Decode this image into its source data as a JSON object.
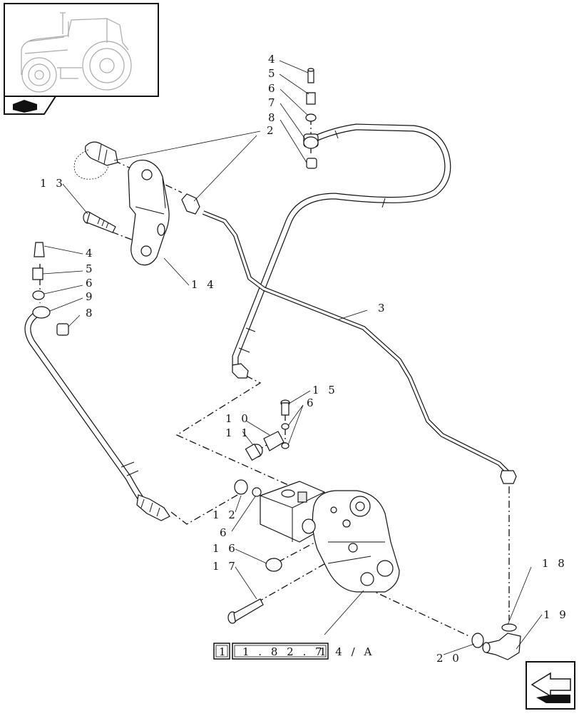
{
  "callouts": {
    "c4_top": "4",
    "c5_top": "5",
    "c6_top": "6",
    "c7_top": "7",
    "c8_top": "8",
    "c2": "2",
    "c13": "1 3",
    "c14": "1 4",
    "c3": "3",
    "c4_left": "4",
    "c5_left": "5",
    "c6_left": "6",
    "c9_left": "9",
    "c8_left": "8",
    "c15": "1 5",
    "c6_mid": "6",
    "c10": "1 0",
    "c11": "1 1",
    "c12": "1 2",
    "c6_low": "6",
    "c16": "1 6",
    "c17": "1 7",
    "c18": "1 8",
    "c19": "1 9",
    "c20": "2 0"
  },
  "reference": {
    "box_number": "1",
    "code": "1 . 8 2 . 7",
    "suffix": "1 4   / A"
  },
  "icons": {
    "thumbnail": "tractor-thumbnail-icon",
    "section": "section-tab-icon",
    "nav": "next-page-arrow-icon"
  }
}
